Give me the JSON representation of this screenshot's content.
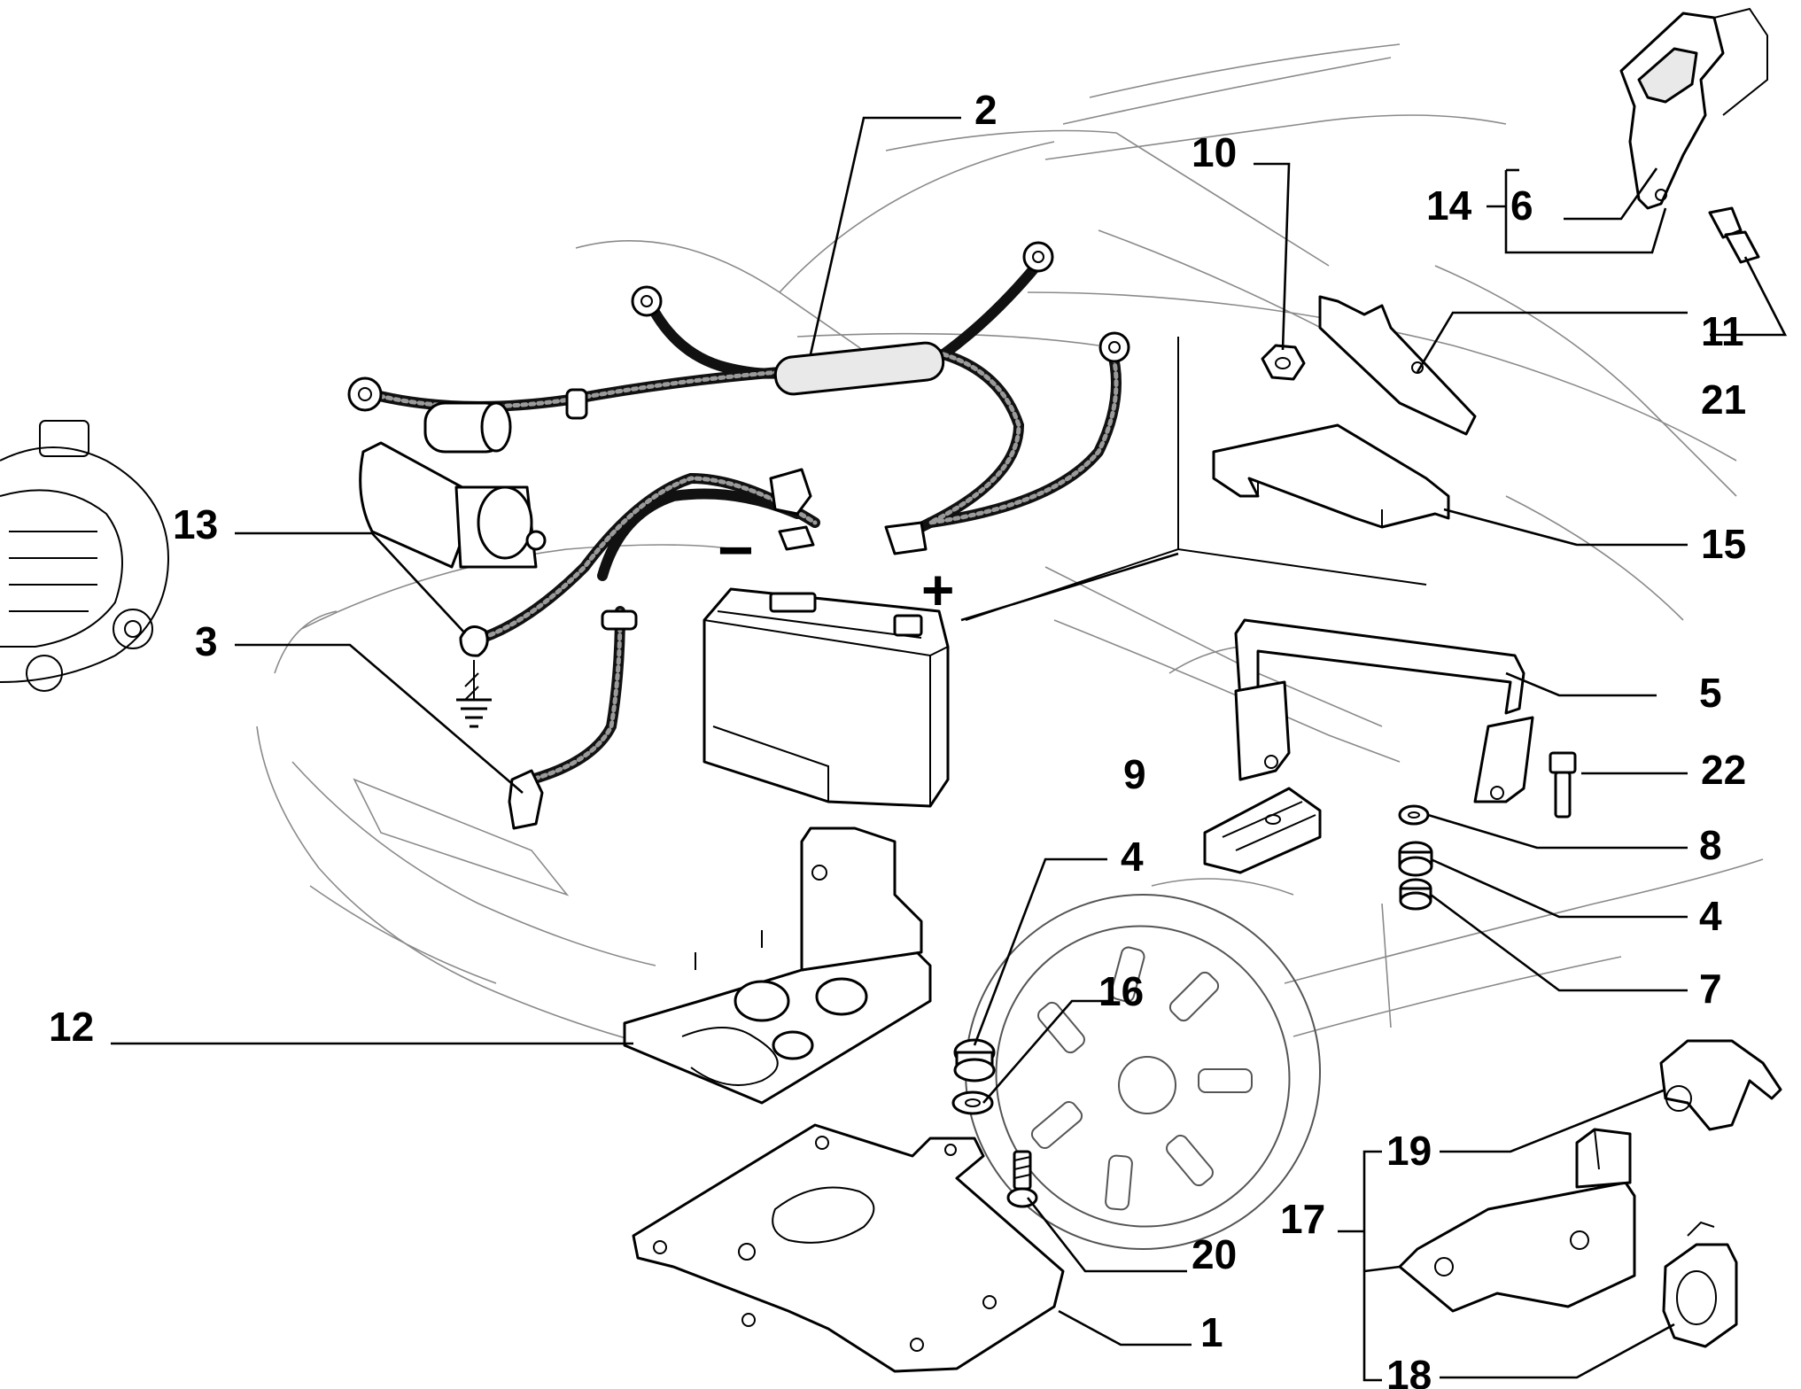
{
  "callouts": {
    "c1": "1",
    "c2": "2",
    "c3": "3",
    "c4a": "4",
    "c4b": "4",
    "c5": "5",
    "c6": "6",
    "c7": "7",
    "c8": "8",
    "c9": "9",
    "c10": "10",
    "c11": "11",
    "c12": "12",
    "c13": "13",
    "c14": "14",
    "c15": "15",
    "c16": "16",
    "c17": "17",
    "c18": "18",
    "c19": "19",
    "c20": "20",
    "c21": "21",
    "c22": "22"
  },
  "terminals": {
    "negative": "−",
    "positive": "+"
  }
}
